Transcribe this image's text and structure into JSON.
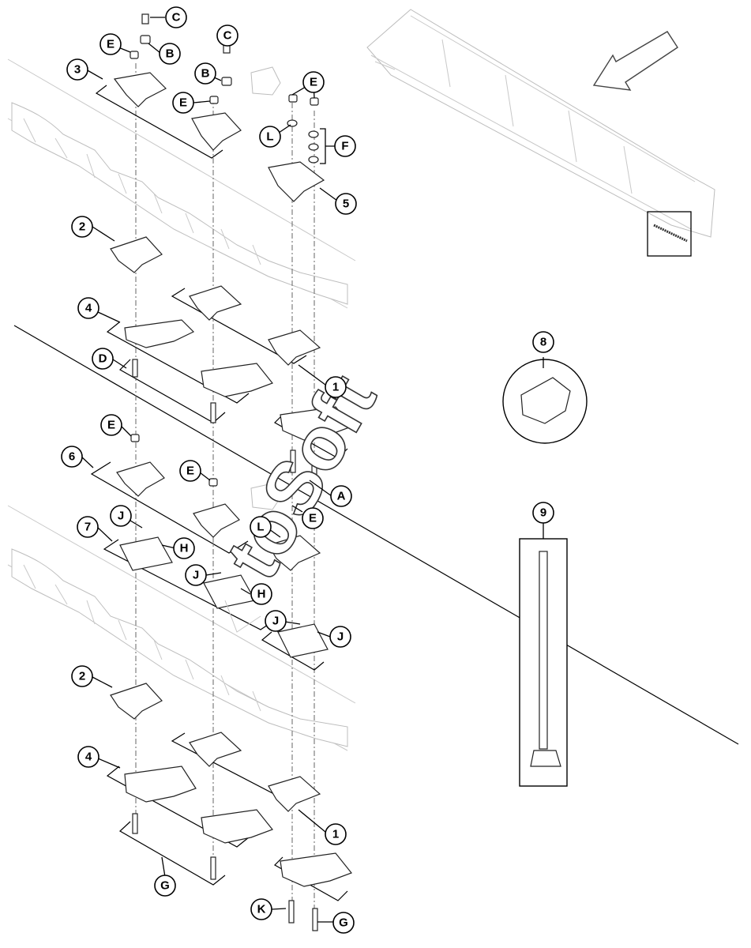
{
  "watermark": "toSoft",
  "callouts": {
    "c1": "C",
    "c2": "C",
    "e1": "E",
    "b1": "B",
    "b2": "B",
    "n3": "3",
    "e2": "E",
    "e3": "E",
    "l1": "L",
    "f1": "F",
    "n5": "5",
    "n2a": "2",
    "n4a": "4",
    "d1": "D",
    "n1a": "1",
    "n8": "8",
    "e4": "E",
    "n6": "6",
    "e5": "E",
    "a1": "A",
    "e6": "E",
    "l2": "L",
    "j1": "J",
    "n7": "7",
    "h1": "H",
    "j2": "J",
    "h2": "H",
    "j3": "J",
    "j4": "J",
    "n9": "9",
    "n2b": "2",
    "n4b": "4",
    "n1b": "1",
    "g1": "G",
    "k1": "K",
    "g2": "G"
  }
}
